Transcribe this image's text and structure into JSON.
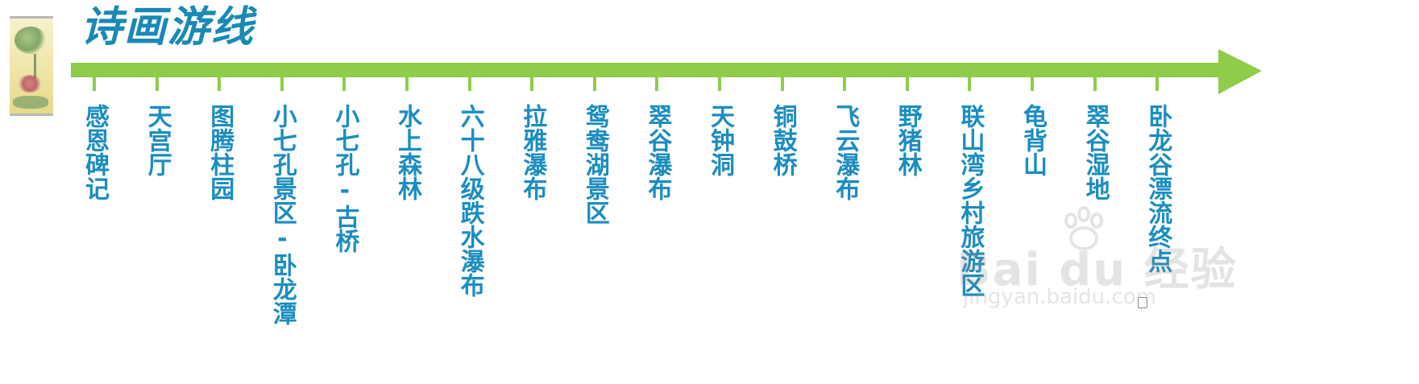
{
  "title": "诗画游线",
  "colors": {
    "title": "#1a89b5",
    "label": "#1b8dc0",
    "arrow": "#8fcc4a"
  },
  "icons": {
    "thumbnail": "scroll-painting-thumbnail",
    "corner": "document-icon"
  },
  "stops": [
    {
      "label": "感恩碑记"
    },
    {
      "label": "天宫厅"
    },
    {
      "label": "图腾柱园"
    },
    {
      "label": "小七孔景区-卧龙潭"
    },
    {
      "label": "小七孔-古桥"
    },
    {
      "label": "水上森林"
    },
    {
      "label": "六十八级跌水瀑布"
    },
    {
      "label": "拉雅瀑布"
    },
    {
      "label": "鸳鸯湖景区"
    },
    {
      "label": "翠谷瀑布"
    },
    {
      "label": "天钟洞"
    },
    {
      "label": "铜鼓桥"
    },
    {
      "label": "飞云瀑布"
    },
    {
      "label": "野猪林"
    },
    {
      "label": "联山湾乡村旅游区"
    },
    {
      "label": "龟背山"
    },
    {
      "label": "翠谷湿地"
    },
    {
      "label": "卧龙谷漂流终点"
    }
  ],
  "watermark": {
    "brand": "Bai du 经验",
    "url": "jingyan.baidu.com"
  }
}
